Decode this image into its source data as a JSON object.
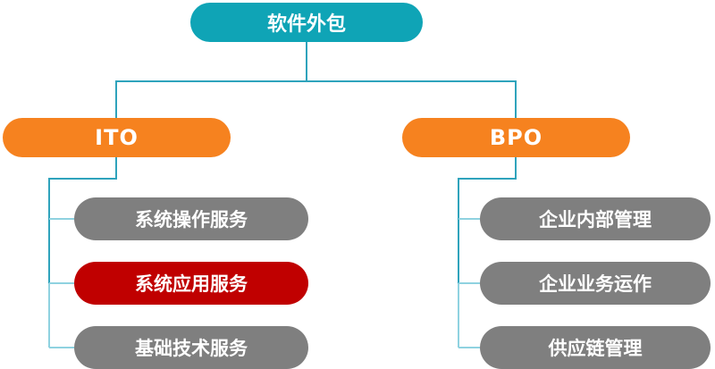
{
  "diagram": {
    "title_node": {
      "label": "软件外包",
      "color": "#0FA4B6"
    },
    "connector_colors": {
      "primary": "#2FA3BC",
      "secondary": "#8FD2E0"
    },
    "branches": [
      {
        "label": "ITO",
        "color": "#F6821F",
        "children": [
          {
            "label": "系统操作服务",
            "color": "#7F7F7F",
            "highlighted": false
          },
          {
            "label": "系统应用服务",
            "color": "#C00000",
            "highlighted": true
          },
          {
            "label": "基础技术服务",
            "color": "#7F7F7F",
            "highlighted": false
          }
        ]
      },
      {
        "label": "BPO",
        "color": "#F6821F",
        "children": [
          {
            "label": "企业内部管理",
            "color": "#7F7F7F",
            "highlighted": false
          },
          {
            "label": "企业业务运作",
            "color": "#7F7F7F",
            "highlighted": false
          },
          {
            "label": "供应链管理",
            "color": "#7F7F7F",
            "highlighted": false
          }
        ]
      }
    ]
  }
}
